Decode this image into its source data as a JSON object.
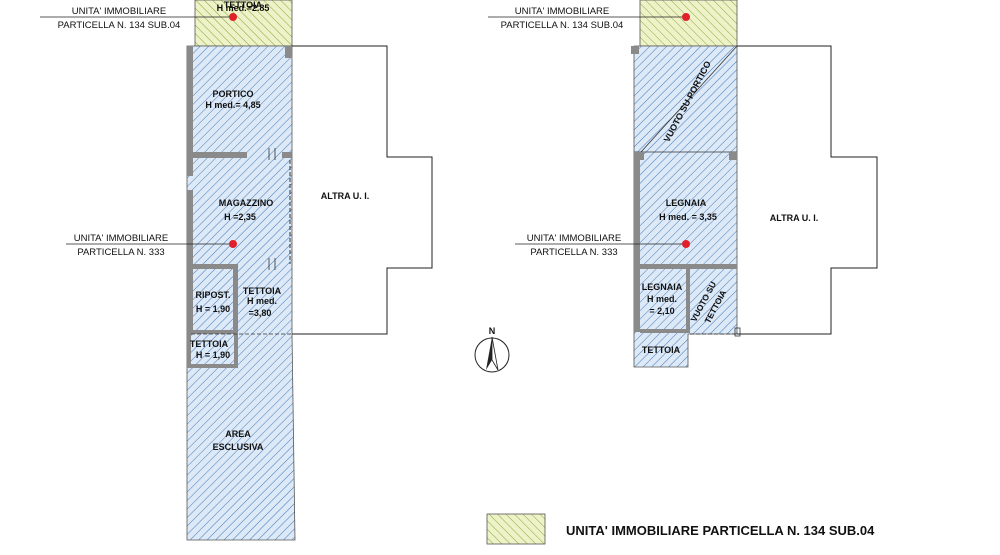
{
  "left_plan": {
    "callout_top": {
      "line1": "UNITA' IMMOBILIARE",
      "line2": "PARTICELLA N. 134 SUB.04"
    },
    "callout_mid": {
      "line1": "UNITA' IMMOBILIARE",
      "line2": "PARTICELLA N. 333"
    },
    "top_room": {
      "name": "TETTOIA",
      "height": "H med.=2.85"
    },
    "portico": {
      "name": "PORTICO",
      "height": "H med.= 4,85"
    },
    "magazzino": {
      "name": "MAGAZZINO",
      "height": "H =2,35"
    },
    "ripost": {
      "name": "RIPOST.",
      "height": "H = 1,90"
    },
    "tettoia_right": {
      "name": "TETTOIA",
      "height1": "H med.",
      "height2": "=3,80"
    },
    "tettoia_small": {
      "name": "TETTOIA",
      "height": "H = 1,90"
    },
    "area": {
      "line1": "AREA",
      "line2": "ESCLUSIVA"
    },
    "other_unit": "ALTRA U. I."
  },
  "right_plan": {
    "callout_top": {
      "line1": "UNITA' IMMOBILIARE",
      "line2": "PARTICELLA N. 134 SUB.04"
    },
    "callout_mid": {
      "line1": "UNITA' IMMOBILIARE",
      "line2": "PARTICELLA N. 333"
    },
    "void_portico": "VUOTO SU PORTICO",
    "legnaia_big": {
      "name": "LEGNAIA",
      "height": "H med. = 3,35"
    },
    "legnaia_small": {
      "name": "LEGNAIA",
      "height1": "H med.",
      "height2": "= 2,10"
    },
    "void_tettoia": {
      "line1": "VUOTO SU",
      "line2": "TETTOIA"
    },
    "tettoia_bottom": "TETTOIA",
    "other_unit": "ALTRA U. I."
  },
  "north_label": "N",
  "legend": {
    "label": "UNITA' IMMOBILIARE PARTICELLA N. 134 SUB.04"
  },
  "colors": {
    "hatch_blue": "#2f6fb3",
    "fill_blue": "#dde9f6",
    "hatch_green": "#7f9f2a",
    "fill_green": "#eef2c8",
    "marker_red": "#e0202a",
    "wall": "#8a8a8a"
  }
}
